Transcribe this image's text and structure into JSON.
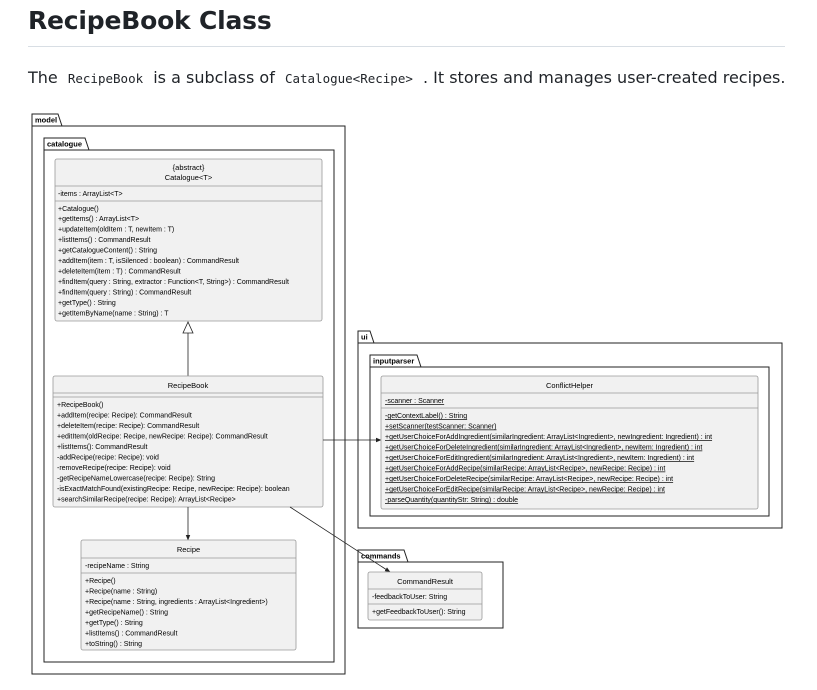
{
  "heading": "RecipeBook Class",
  "intro": {
    "prefix": "The",
    "class_name": "RecipeBook",
    "middle": "is a subclass of",
    "parent_name": "Catalogue<Recipe>",
    "suffix": ". It stores and manages user-created recipes."
  },
  "diagram": {
    "packages": {
      "model": "model",
      "catalogue": "catalogue",
      "ui": "ui",
      "inputparser": "inputparser",
      "commands": "commands"
    },
    "catalogue_class": {
      "stereotype": "{abstract}",
      "name": "Catalogue<T>",
      "fields": [
        "-items : ArrayList<T>"
      ],
      "methods": [
        "+Catalogue()",
        "+getItems() : ArrayList<T>",
        "+updateItem(oldItem : T, newItem : T)",
        "+listItems() : CommandResult",
        "+getCatalogueContent() : String",
        "+addItem(item : T, isSilenced : boolean) : CommandResult",
        "+deleteItem(item : T) : CommandResult",
        "+findItem(query : String, extractor : Function<T, String>) : CommandResult",
        "+findItem(query : String) : CommandResult",
        "+getType() : String",
        "+getItemByName(name : String) : T"
      ]
    },
    "recipebook_class": {
      "name": "RecipeBook",
      "methods": [
        "+RecipeBook()",
        "+addItem(recipe: Recipe): CommandResult",
        "+deleteItem(recipe: Recipe): CommandResult",
        "+editItem(oldRecipe: Recipe, newRecipe: Recipe): CommandResult",
        "+listItems(): CommandResult",
        "-addRecipe(recipe: Recipe): void",
        "-removeRecipe(recipe: Recipe): void",
        "-getRecipeNameLowercase(recipe: Recipe): String",
        "-isExactMatchFound(existingRecipe: Recipe, newRecipe: Recipe): boolean",
        "+searchSimilarRecipe(recipe: Recipe): ArrayList<Recipe>"
      ]
    },
    "recipe_class": {
      "name": "Recipe",
      "fields": [
        "-recipeName : String"
      ],
      "methods": [
        "+Recipe()",
        "+Recipe(name : String)",
        "+Recipe(name : String, ingredients : ArrayList<Ingredient>)",
        "+getRecipeName() : String",
        "+getType() : String",
        "+listItems() : CommandResult",
        "+toString() : String"
      ]
    },
    "conflicthelper_class": {
      "name": "ConflictHelper",
      "fields": [
        "-scanner : Scanner"
      ],
      "methods": [
        "-getContextLabel() : String",
        "+setScanner(testScanner: Scanner)",
        "+getUserChoiceForAddIngredient(similarIngredient: ArrayList<Ingredient>, newIngredient: Ingredient) : int",
        "+getUserChoiceForDeleteIngredient(similarIngredient: ArrayList<Ingredient>, newItem: Ingredient) : int",
        "+getUserChoiceForEditIngredient(similarIngredient: ArrayList<Ingredient>, newItem: Ingredient) : int",
        "+getUserChoiceForAddRecipe(similarRecipe: ArrayList<Recipe>, newRecipe: Recipe) : int",
        "+getUserChoiceForDeleteRecipe(similarRecipe: ArrayList<Recipe>, newRecipe: Recipe) : int",
        "+getUserChoiceForEditRecipe(similarRecipe: ArrayList<Recipe>, newRecipe: Recipe) : int",
        "-parseQuantity(quantityStr: String) : double"
      ]
    },
    "commandresult_class": {
      "name": "CommandResult",
      "fields": [
        "-feedbackToUser: String"
      ],
      "methods": [
        "+getFeedbackToUser(): String"
      ]
    }
  }
}
